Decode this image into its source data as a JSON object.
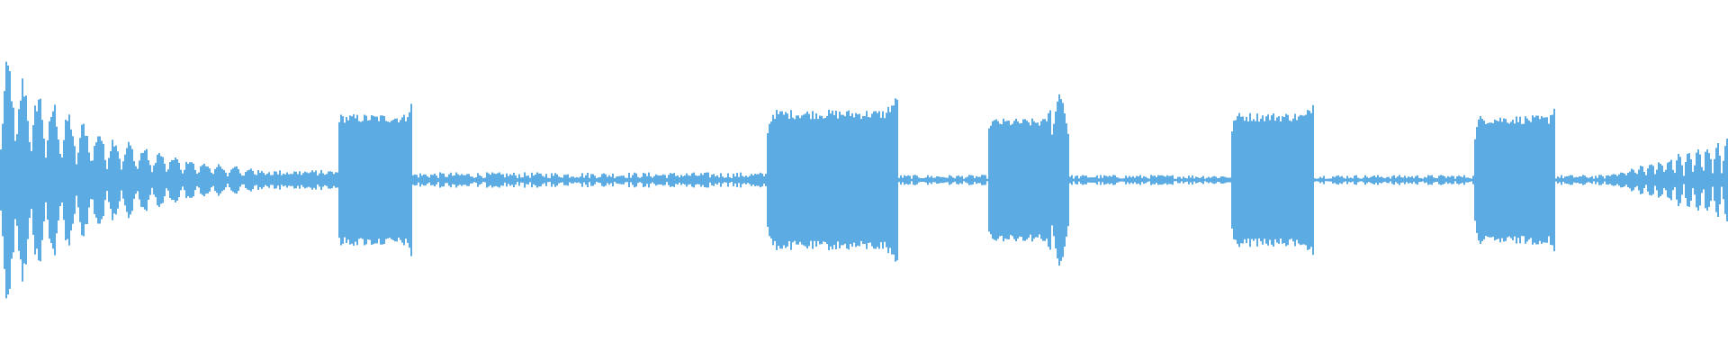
{
  "colors": {
    "background": "#ffffff",
    "waveform": "#5dabe3"
  },
  "waveform": {
    "segments": [
      {
        "kind": "decaying-pulses",
        "start": 0.0,
        "end": 0.195,
        "amplitude": 0.85
      },
      {
        "kind": "silence",
        "start": 0.195,
        "end": 0.193,
        "amplitude": 0.02
      },
      {
        "kind": "block",
        "start": 0.193,
        "end": 0.238,
        "amplitude": 0.45
      },
      {
        "kind": "silence",
        "start": 0.238,
        "end": 0.443,
        "amplitude": 0.03
      },
      {
        "kind": "block",
        "start": 0.443,
        "end": 0.519,
        "amplitude": 0.48
      },
      {
        "kind": "silence",
        "start": 0.519,
        "end": 0.571,
        "amplitude": 0.02
      },
      {
        "kind": "block",
        "start": 0.571,
        "end": 0.608,
        "amplitude": 0.42
      },
      {
        "kind": "spike",
        "start": 0.608,
        "end": 0.618,
        "amplitude": 0.65
      },
      {
        "kind": "silence",
        "start": 0.618,
        "end": 0.712,
        "amplitude": 0.02
      },
      {
        "kind": "block",
        "start": 0.712,
        "end": 0.76,
        "amplitude": 0.46
      },
      {
        "kind": "silence",
        "start": 0.76,
        "end": 0.853,
        "amplitude": 0.02
      },
      {
        "kind": "block",
        "start": 0.853,
        "end": 0.9,
        "amplitude": 0.44
      },
      {
        "kind": "silence",
        "start": 0.9,
        "end": 0.93,
        "amplitude": 0.02
      },
      {
        "kind": "tail-pulses",
        "start": 0.93,
        "end": 1.0,
        "amplitude": 0.25
      }
    ]
  }
}
